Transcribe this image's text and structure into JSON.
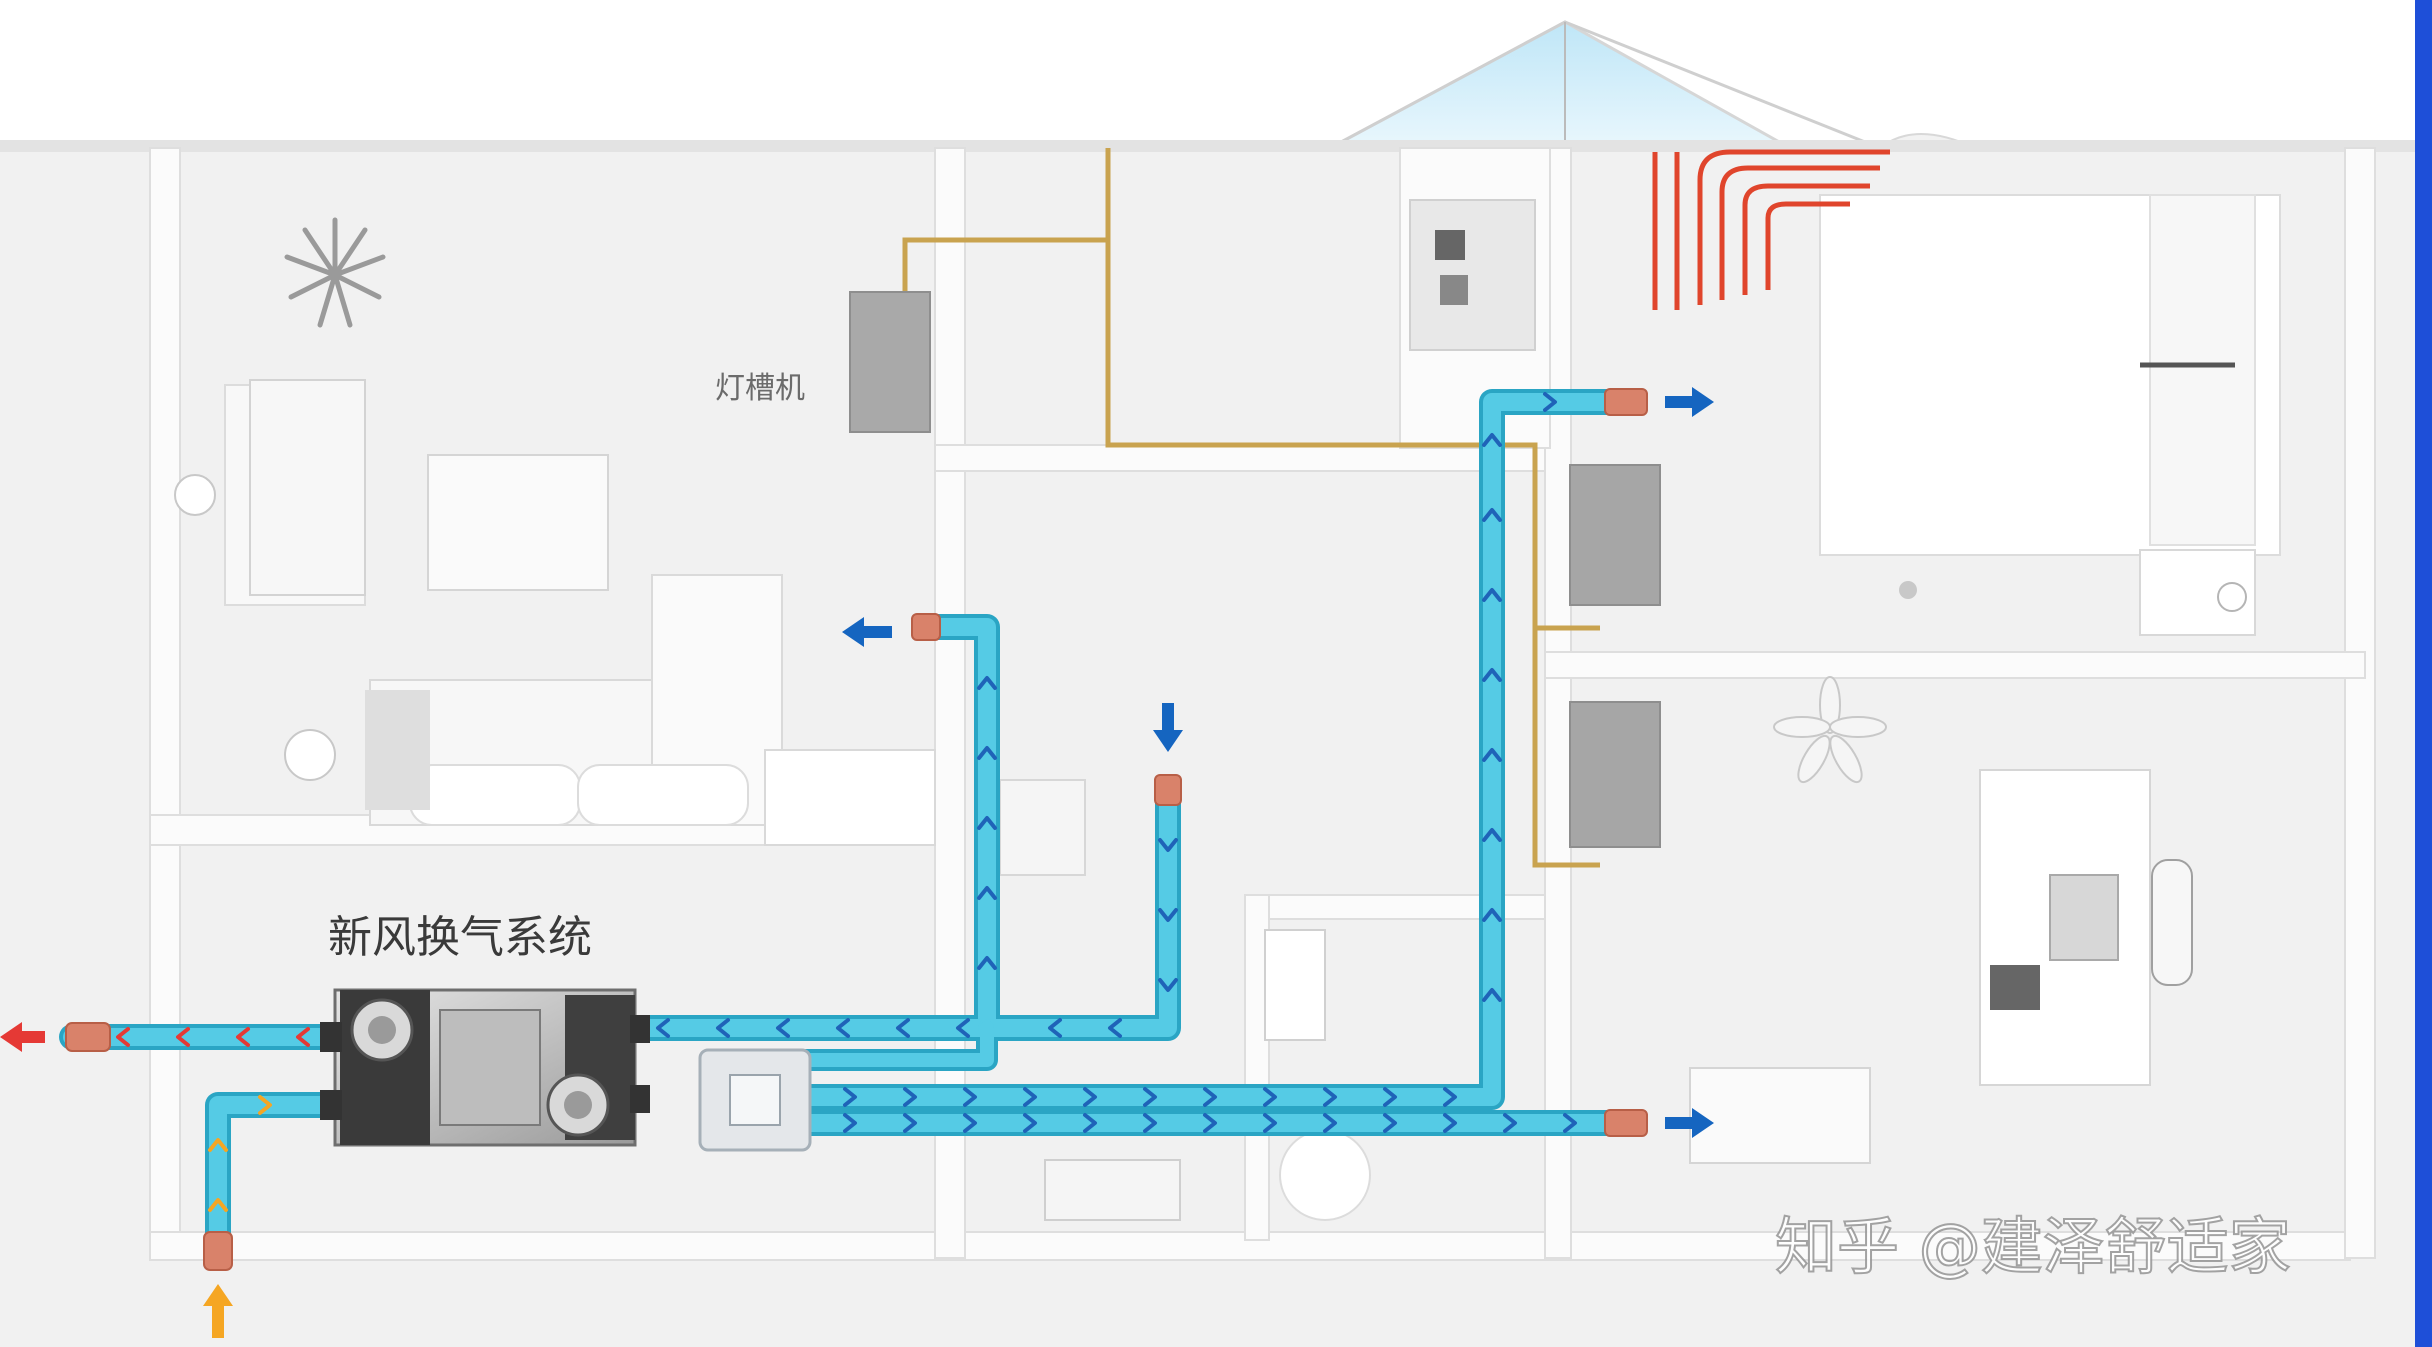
{
  "labels": {
    "light_trough_unit": "灯槽机",
    "system_name": "新风换气系统",
    "watermark": "知乎 @建泽舒适家"
  },
  "colors": {
    "duct": "#4fc6e0",
    "duct_edge": "#2aa5c4",
    "duct_arrow": "#1f63b8",
    "flow_arrow_blue": "#1565c0",
    "flow_arrow_red": "#e53935",
    "flow_arrow_orange": "#f5a623",
    "pipe_gold": "#c9a34f",
    "heating_red": "#e0452c",
    "right_edge_blue": "#1e4fd8"
  }
}
